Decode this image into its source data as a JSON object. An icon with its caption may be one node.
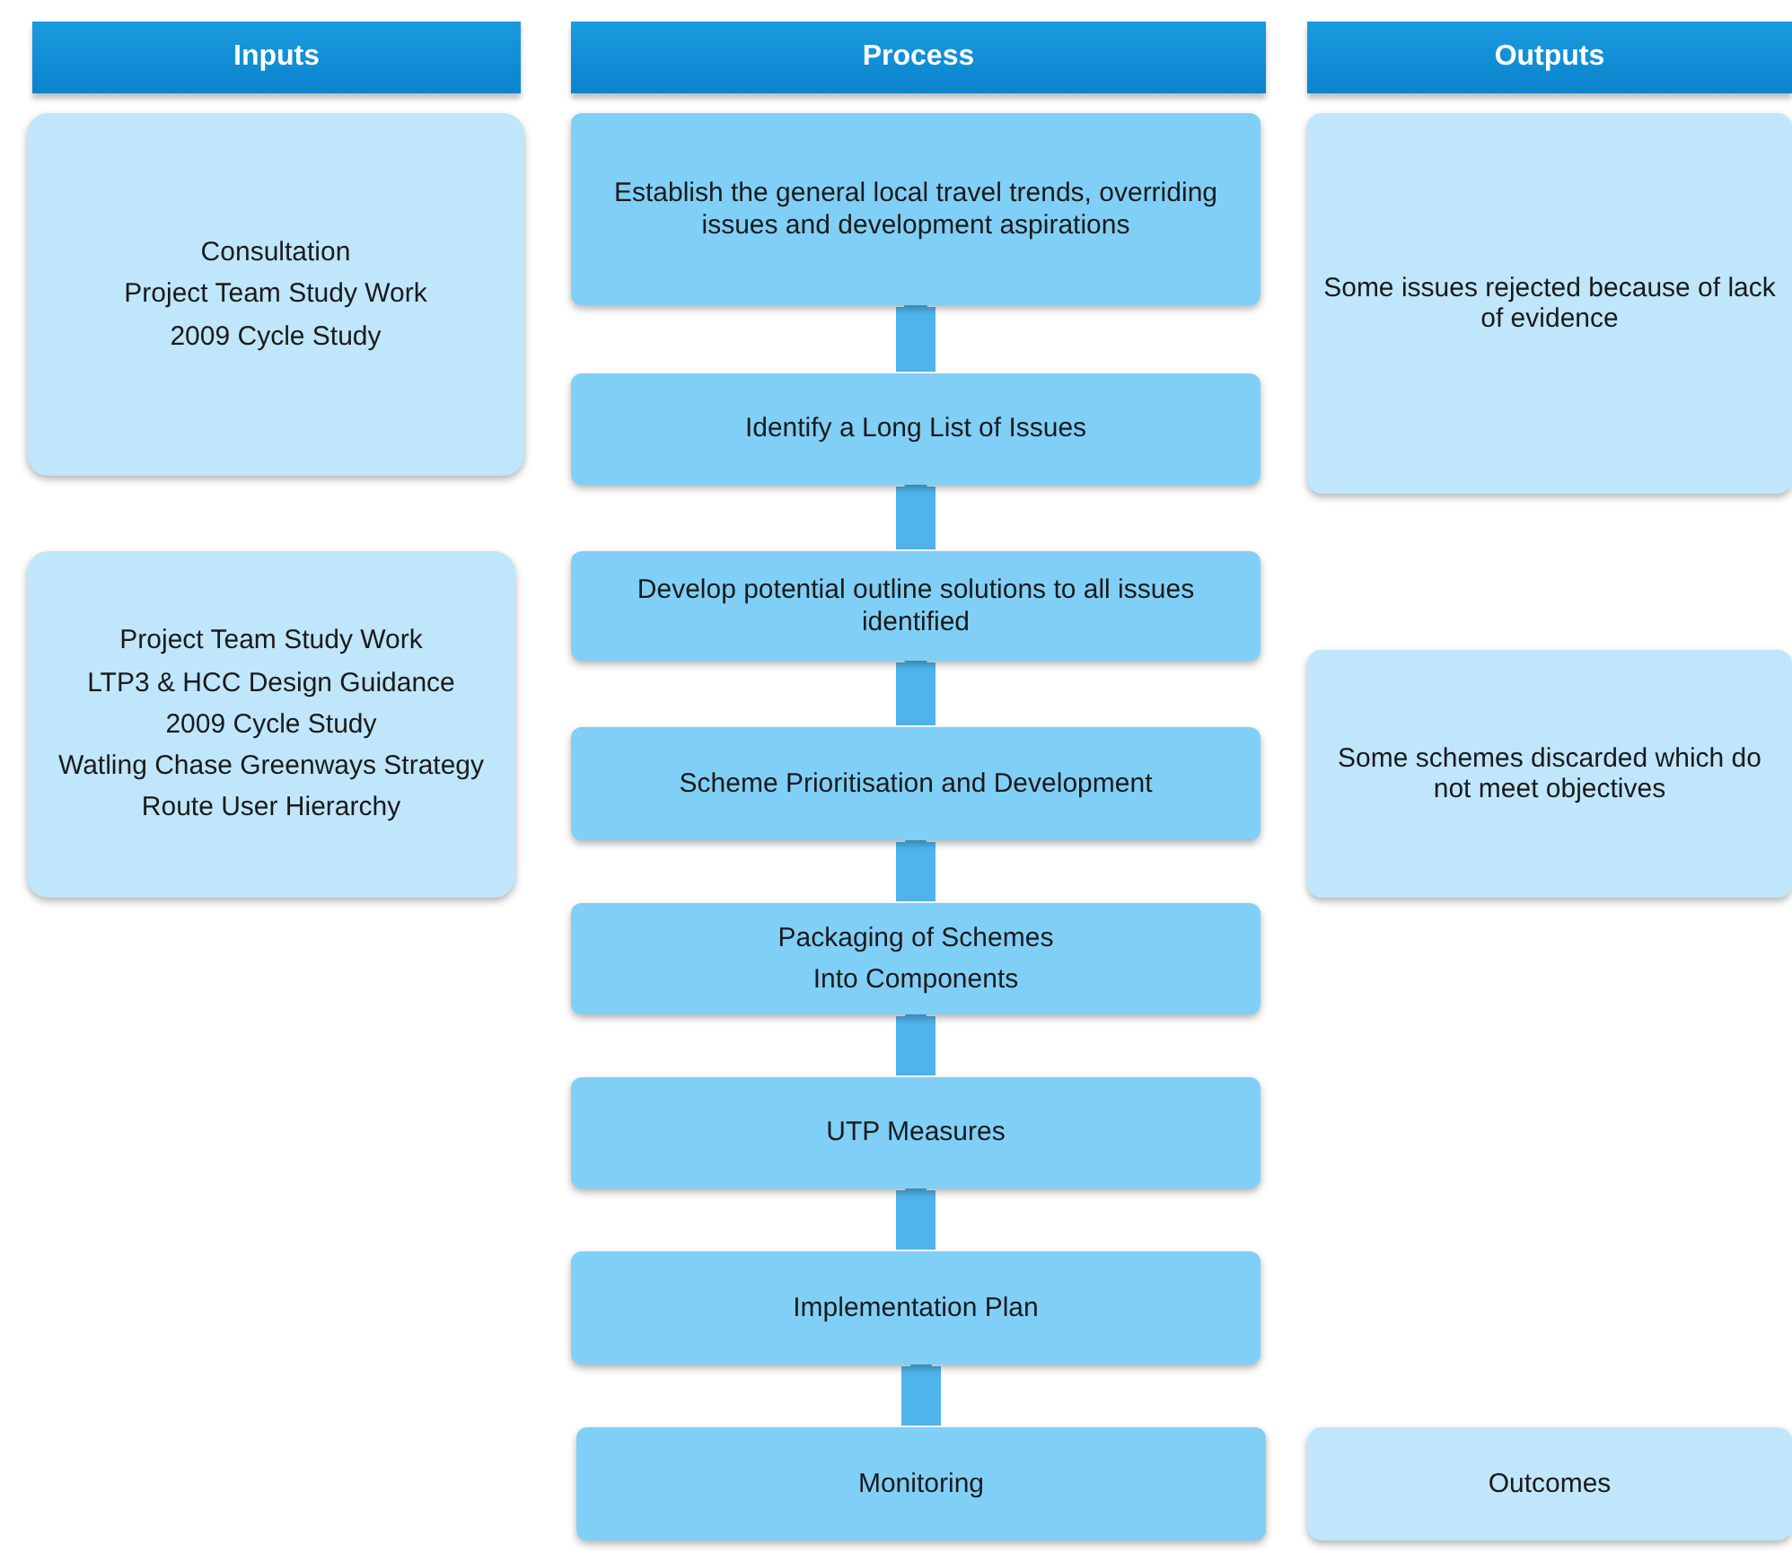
{
  "diagram": {
    "nodes": [
      {
        "text": [
          "Inputs"
        ]
      },
      {
        "text": [
          "Process"
        ]
      },
      {
        "text": [
          "Outputs"
        ]
      },
      {
        "text": [
          "Consultation",
          "Project Team Study Work",
          "2009 Cycle Study"
        ]
      },
      {
        "text": [
          "Project Team Study Work",
          "LTP3 & HCC Design Guidance",
          "2009 Cycle Study",
          "Watling Chase Greenways Strategy",
          "Route User Hierarchy"
        ]
      },
      {
        "text": [
          "Establish the general local travel trends, overriding issues and development aspirations"
        ]
      },
      {
        "text": [
          "Identify a Long List of Issues"
        ]
      },
      {
        "text": [
          "Develop potential outline solutions to all issues identified"
        ]
      },
      {
        "text": [
          "Scheme Prioritisation and Development"
        ]
      },
      {
        "text": [
          "Packaging of Schemes",
          "Into Components"
        ]
      },
      {
        "text": [
          "UTP Measures"
        ]
      },
      {
        "text": [
          "Implementation Plan"
        ]
      },
      {
        "text": [
          "Monitoring"
        ]
      },
      {
        "text": [
          "Some issues rejected because of lack of evidence"
        ]
      },
      {
        "text": [
          "Some schemes discarded which do not meet objectives"
        ]
      },
      {
        "text": [
          "Outcomes"
        ]
      }
    ],
    "edges": [
      {
        "from": 5,
        "to": 6,
        "arrow": "to"
      },
      {
        "from": 6,
        "to": 7,
        "arrow": "to"
      },
      {
        "from": 7,
        "to": 8,
        "arrow": "to"
      },
      {
        "from": 8,
        "to": 9,
        "arrow": "to"
      },
      {
        "from": 9,
        "to": 10,
        "arrow": "to"
      },
      {
        "from": 10,
        "to": 11,
        "arrow": "to"
      },
      {
        "from": 11,
        "to": 12,
        "arrow": "to"
      }
    ]
  }
}
